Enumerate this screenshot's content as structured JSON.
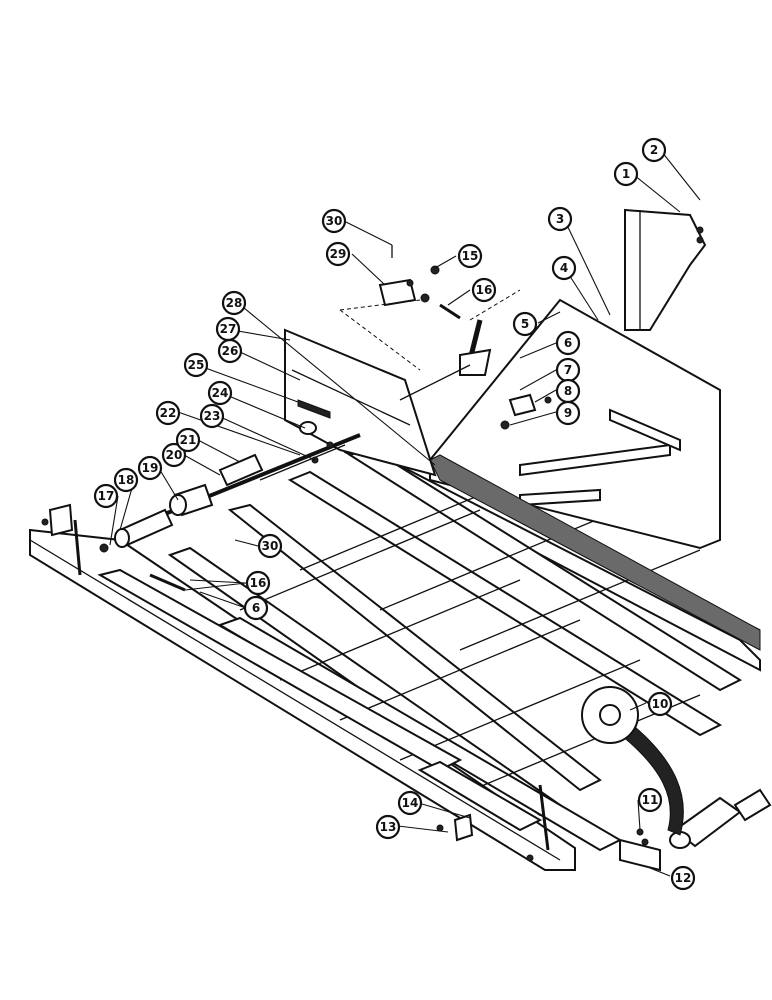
{
  "diagram": {
    "callouts": [
      {
        "id": "c1",
        "label": "1"
      },
      {
        "id": "c2",
        "label": "2"
      },
      {
        "id": "c3",
        "label": "3"
      },
      {
        "id": "c4",
        "label": "4"
      },
      {
        "id": "c5",
        "label": "5"
      },
      {
        "id": "c6a",
        "label": "6"
      },
      {
        "id": "c7",
        "label": "7"
      },
      {
        "id": "c8",
        "label": "8"
      },
      {
        "id": "c9",
        "label": "9"
      },
      {
        "id": "c10",
        "label": "10"
      },
      {
        "id": "c11",
        "label": "11"
      },
      {
        "id": "c12",
        "label": "12"
      },
      {
        "id": "c13",
        "label": "13"
      },
      {
        "id": "c14",
        "label": "14"
      },
      {
        "id": "c15",
        "label": "15"
      },
      {
        "id": "c16a",
        "label": "16"
      },
      {
        "id": "c16b",
        "label": "16"
      },
      {
        "id": "c6b",
        "label": "6"
      },
      {
        "id": "c17",
        "label": "17"
      },
      {
        "id": "c18",
        "label": "18"
      },
      {
        "id": "c19",
        "label": "19"
      },
      {
        "id": "c20",
        "label": "20"
      },
      {
        "id": "c21",
        "label": "21"
      },
      {
        "id": "c22",
        "label": "22"
      },
      {
        "id": "c23",
        "label": "23"
      },
      {
        "id": "c24",
        "label": "24"
      },
      {
        "id": "c25",
        "label": "25"
      },
      {
        "id": "c26",
        "label": "26"
      },
      {
        "id": "c27",
        "label": "27"
      },
      {
        "id": "c28",
        "label": "28"
      },
      {
        "id": "c29",
        "label": "29"
      },
      {
        "id": "c30a",
        "label": "30"
      },
      {
        "id": "c30b",
        "label": "30"
      }
    ]
  }
}
